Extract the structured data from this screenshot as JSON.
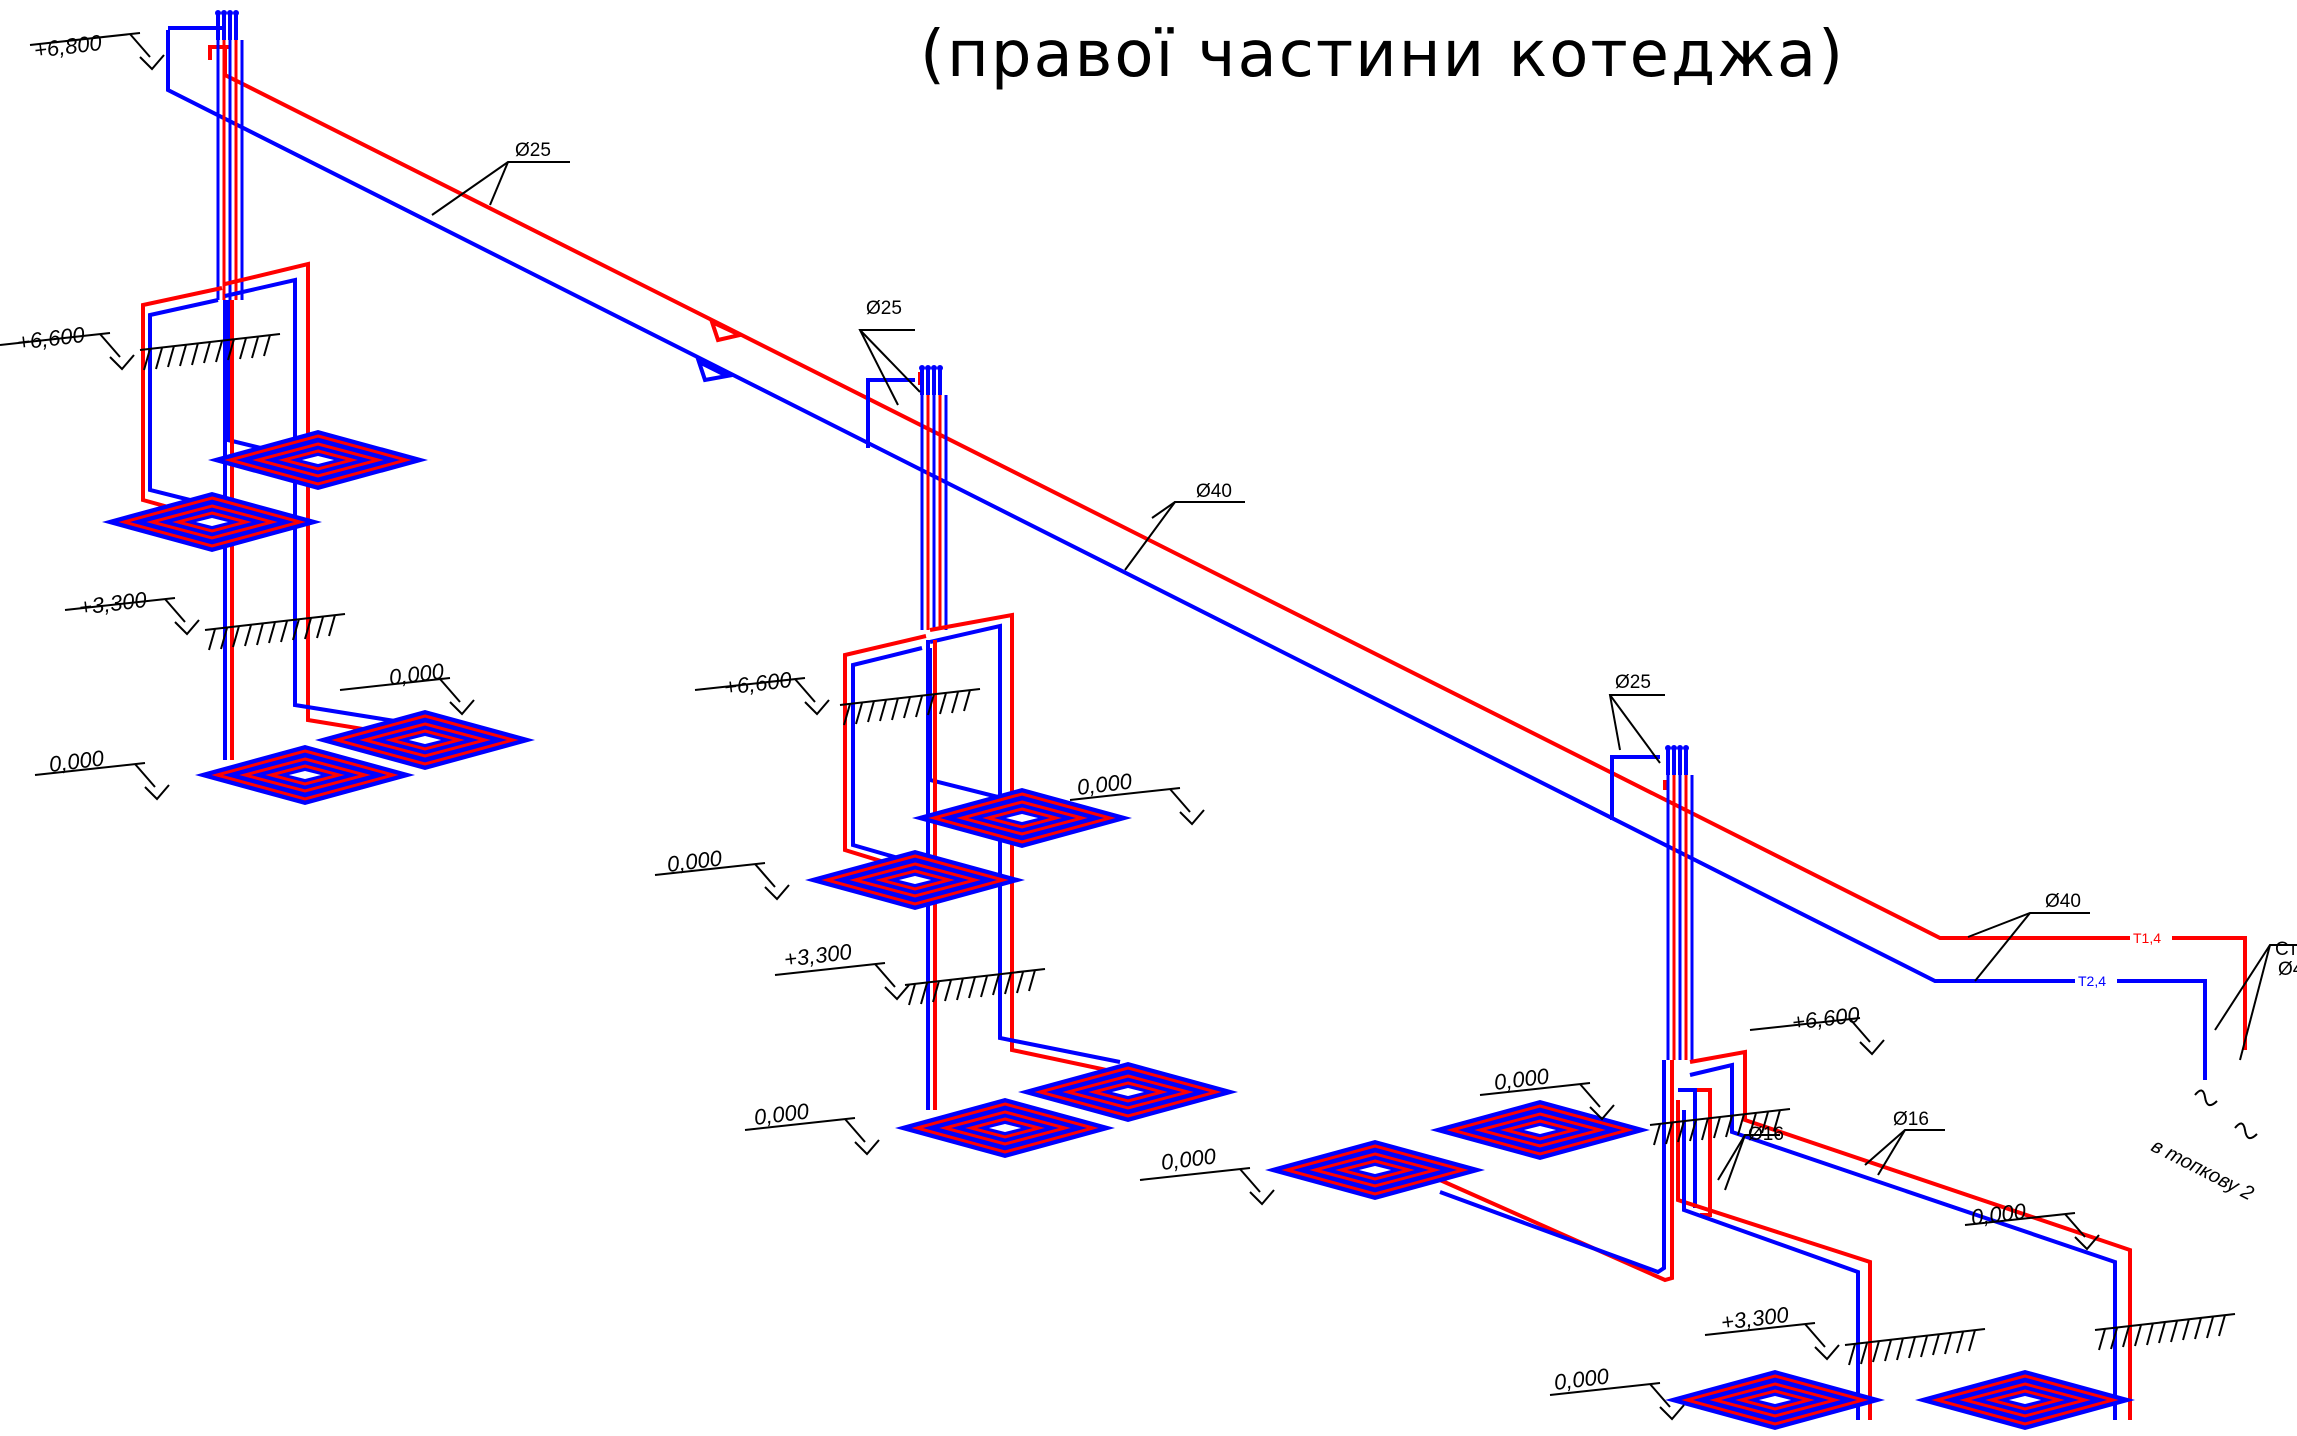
{
  "title": "(правої частини котеджа)",
  "colors": {
    "supply": "#ff0000",
    "return": "#0000ff",
    "annotation": "#000000"
  },
  "levels": {
    "l1": "+6,800",
    "l2": "+6,600",
    "l3": "+3,300",
    "l4": "0,000",
    "l5": "0,000",
    "l6": "+6,600",
    "l7": "0,000",
    "l8": "0,000",
    "l9": "+3,300",
    "l10": "0,000",
    "l11": "0,000",
    "l12": "0,000",
    "l13": "+6,600",
    "l14": "+3,300",
    "l15": "0,000",
    "l16": "0,000"
  },
  "diameters": {
    "d1": "Ø25",
    "d2": "Ø25",
    "d3": "Ø40",
    "d4": "Ø25",
    "d5": "Ø40",
    "d6": "Ø16",
    "d7": "Ø16"
  },
  "pipe_tags": {
    "supply": "T1,4",
    "return": "T2,4"
  },
  "cut_labels": {
    "riser": "Ст",
    "riser_dia": "Ø4"
  },
  "note": "в топкову 2"
}
